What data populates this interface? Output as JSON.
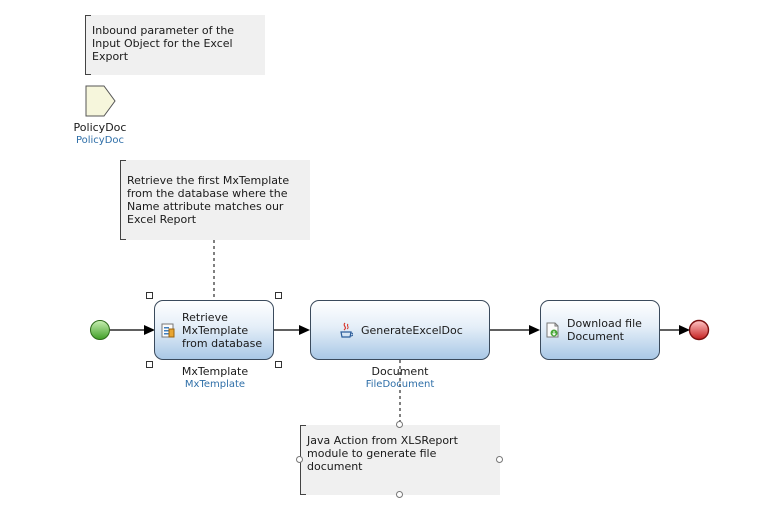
{
  "annotations": {
    "inbound": "Inbound parameter of the\nInput Object for the Excel\nExport",
    "retrieve": "Retrieve the first MxTemplate\nfrom the database where the\nName attribute matches our\nExcel Report",
    "java": "Java Action from XLSReport\nmodule to generate file\ndocument"
  },
  "parameter": {
    "name": "PolicyDoc",
    "type": "PolicyDoc"
  },
  "activities": {
    "retrieve": {
      "label": "Retrieve\nMxTemplate\nfrom database",
      "output_name": "MxTemplate",
      "output_type": "MxTemplate"
    },
    "generate": {
      "label": "GenerateExcelDoc",
      "output_name": "Document",
      "output_type": "FileDocument"
    },
    "download": {
      "label": "Download file\nDocument"
    }
  },
  "colors": {
    "start": "#5cbf3a",
    "end": "#d93b3b",
    "type_text": "#2f6fa8",
    "activity_border": "#3a4a5c"
  },
  "icons": {
    "retrieve": "database-retrieve-icon",
    "generate": "java-action-icon",
    "download": "file-download-icon"
  }
}
